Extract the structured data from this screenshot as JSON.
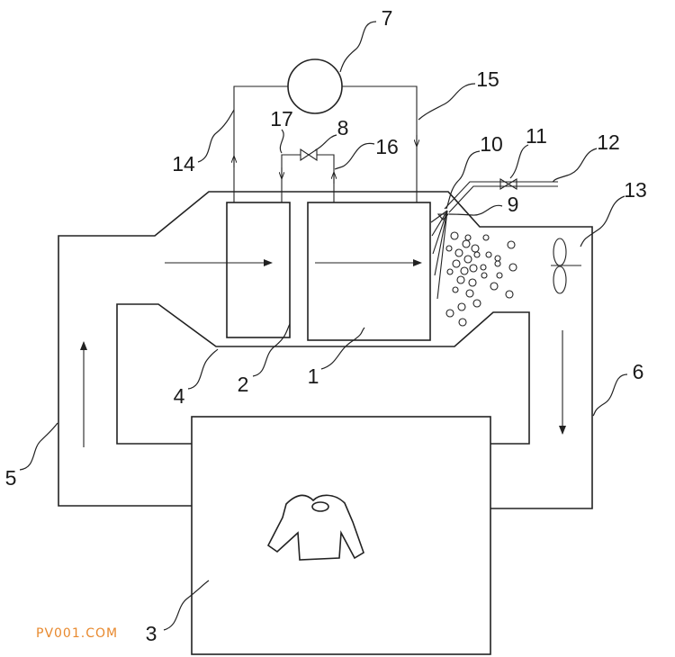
{
  "figure": {
    "labels": {
      "n1": "1",
      "n2": "2",
      "n3": "3",
      "n4": "4",
      "n5": "5",
      "n6": "6",
      "n7": "7",
      "n8": "8",
      "n9": "9",
      "n10": "10",
      "n11": "11",
      "n12": "12",
      "n13": "13",
      "n14": "14",
      "n15": "15",
      "n16": "16",
      "n17": "17"
    },
    "watermark": "PV001.COM"
  },
  "colors": {
    "line": "#222222",
    "watermark": "#e8892e",
    "background": "#ffffff"
  }
}
